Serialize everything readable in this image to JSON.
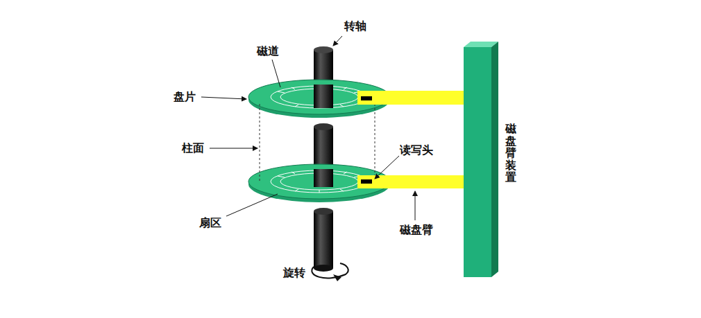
{
  "diagram": {
    "nodes": [
      {
        "text": [
          "磁盘臂装置"
        ]
      }
    ],
    "labels": [
      "转轴",
      "磁道",
      "盘片",
      "柱面",
      "读写头",
      "扇区",
      "磁盘臂",
      "旋转"
    ]
  }
}
